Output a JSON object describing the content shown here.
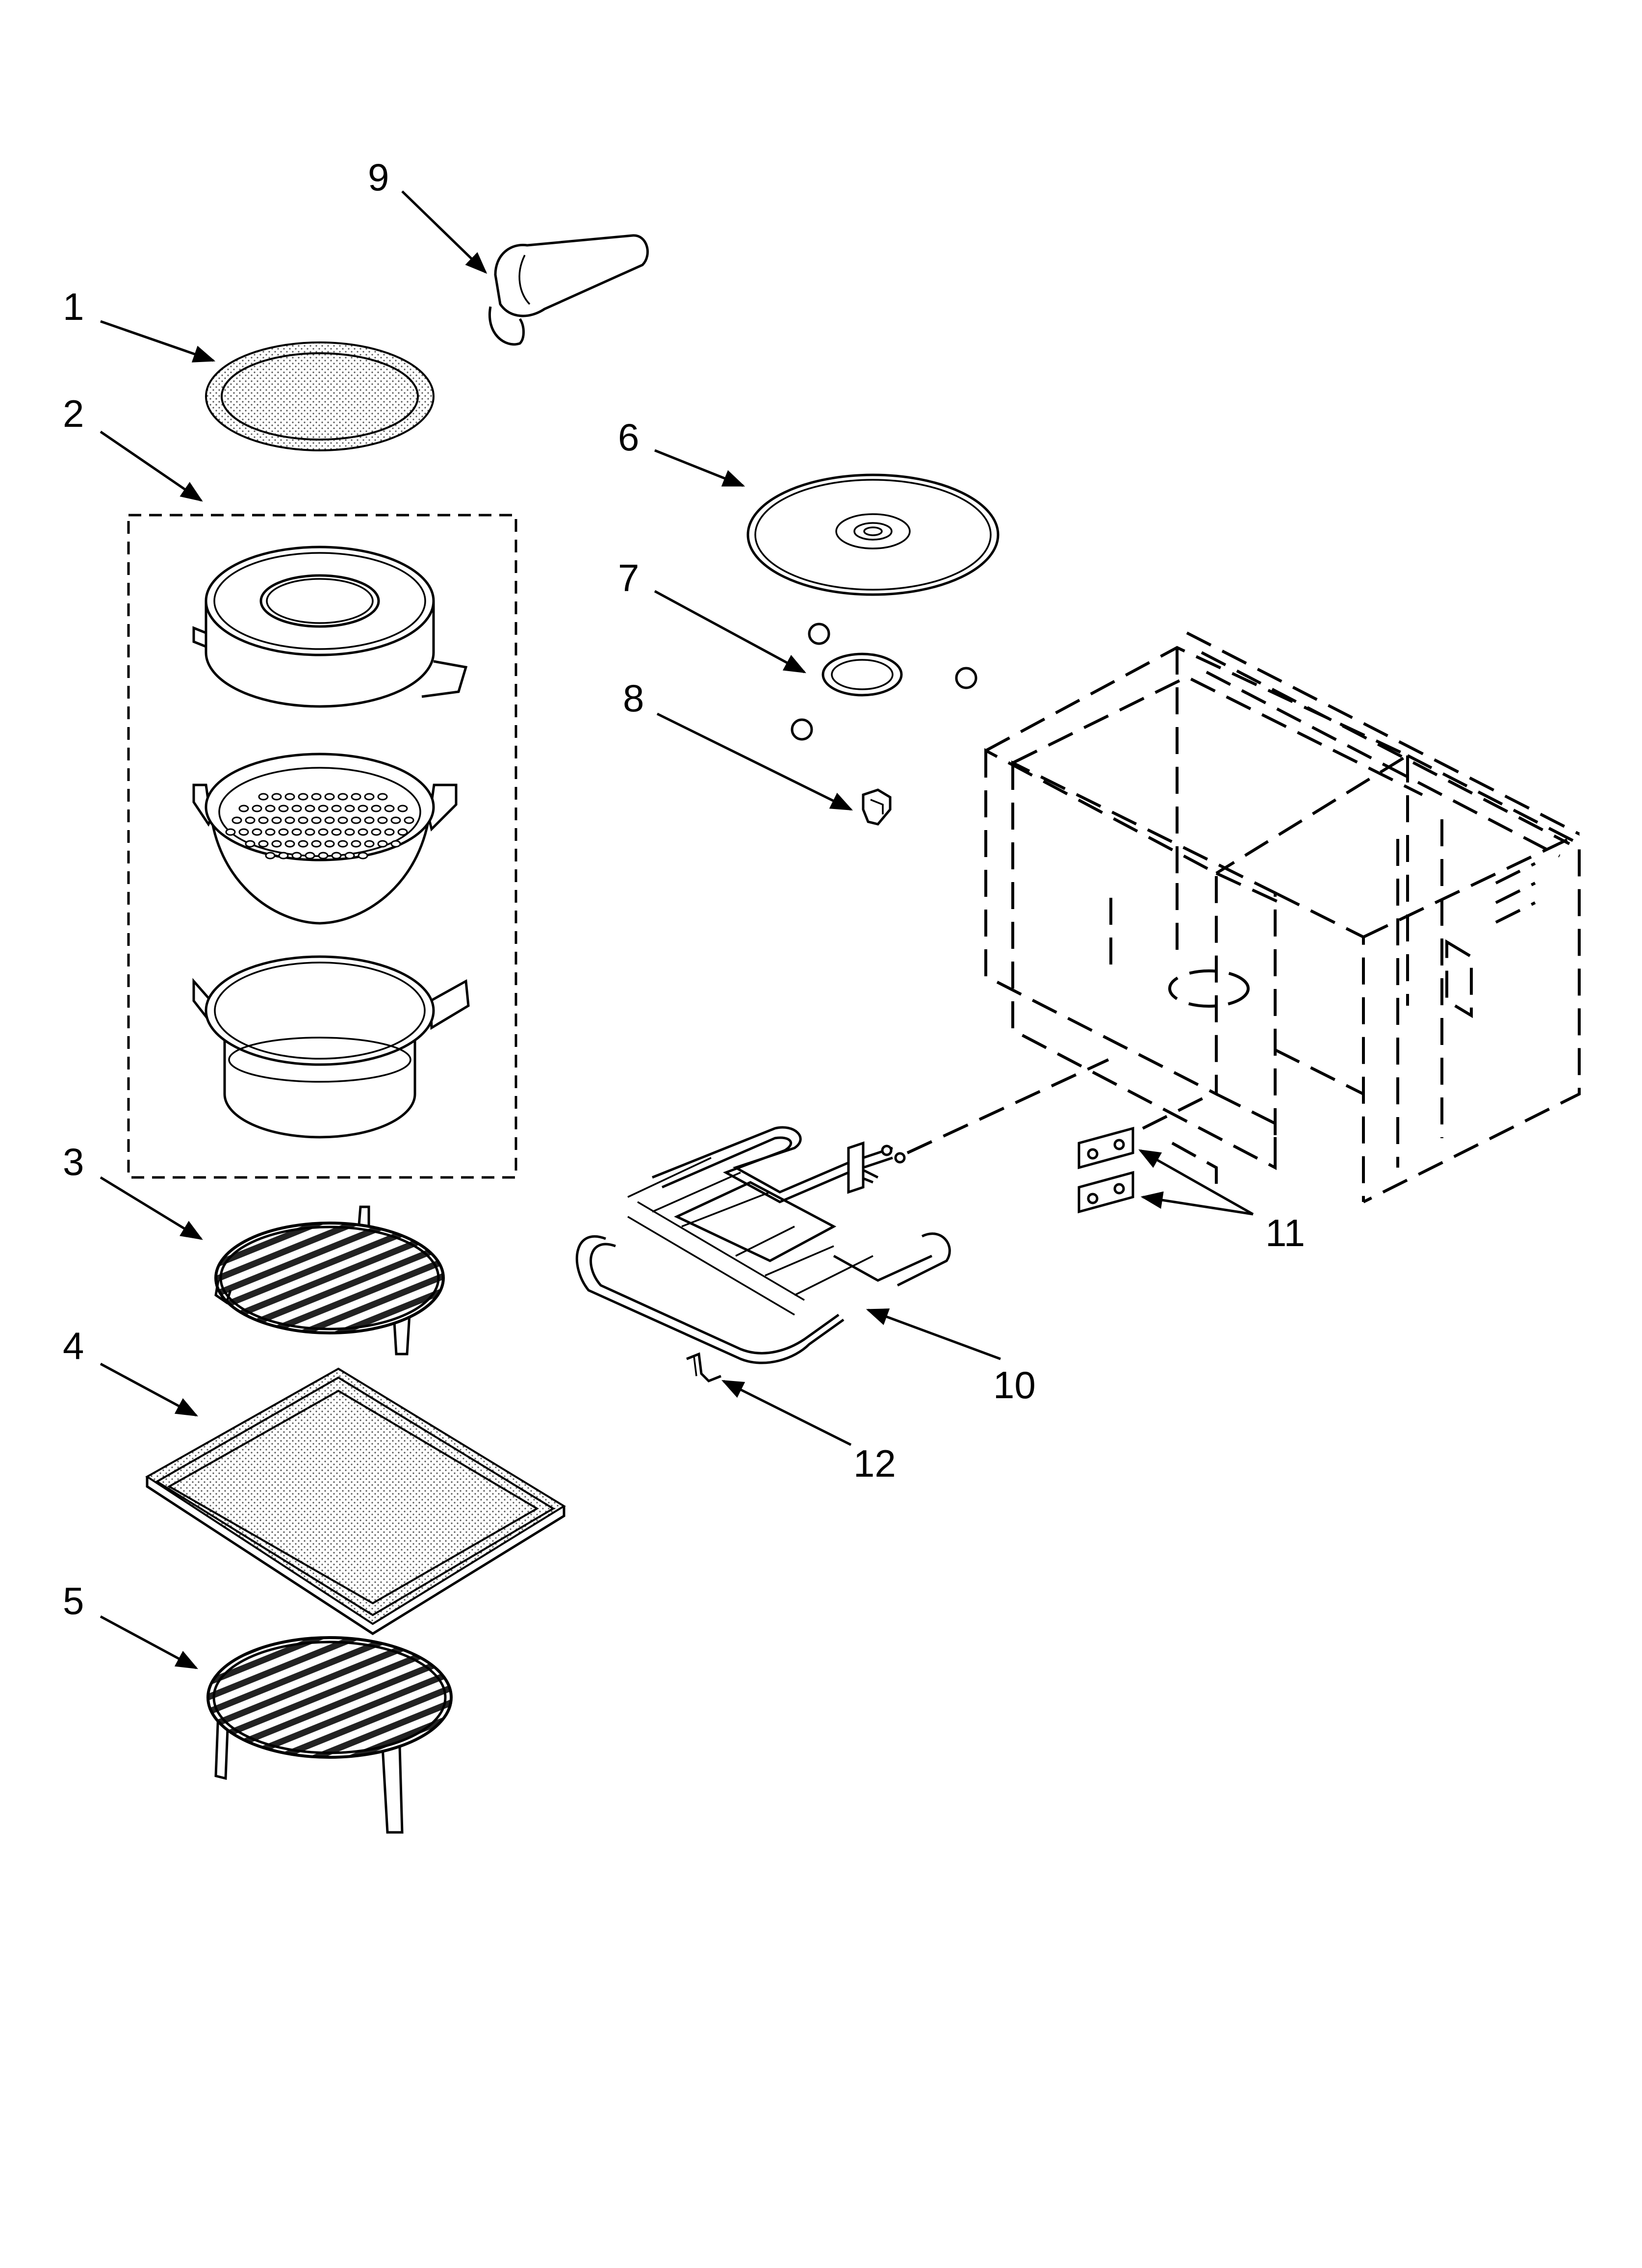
{
  "callouts": [
    {
      "number": "1",
      "part": "pan-lid"
    },
    {
      "number": "2",
      "part": "steamer-set"
    },
    {
      "number": "3",
      "part": "low-rack"
    },
    {
      "number": "4",
      "part": "baking-tray"
    },
    {
      "number": "5",
      "part": "high-rack"
    },
    {
      "number": "6",
      "part": "turntable-plate"
    },
    {
      "number": "7",
      "part": "turntable-support"
    },
    {
      "number": "8",
      "part": "coupler"
    },
    {
      "number": "9",
      "part": "handle"
    },
    {
      "number": "10",
      "part": "heating-element"
    },
    {
      "number": "11",
      "part": "mica-covers"
    },
    {
      "number": "12",
      "part": "bracket"
    }
  ],
  "colors": {
    "line": "#000000",
    "background": "#ffffff"
  }
}
